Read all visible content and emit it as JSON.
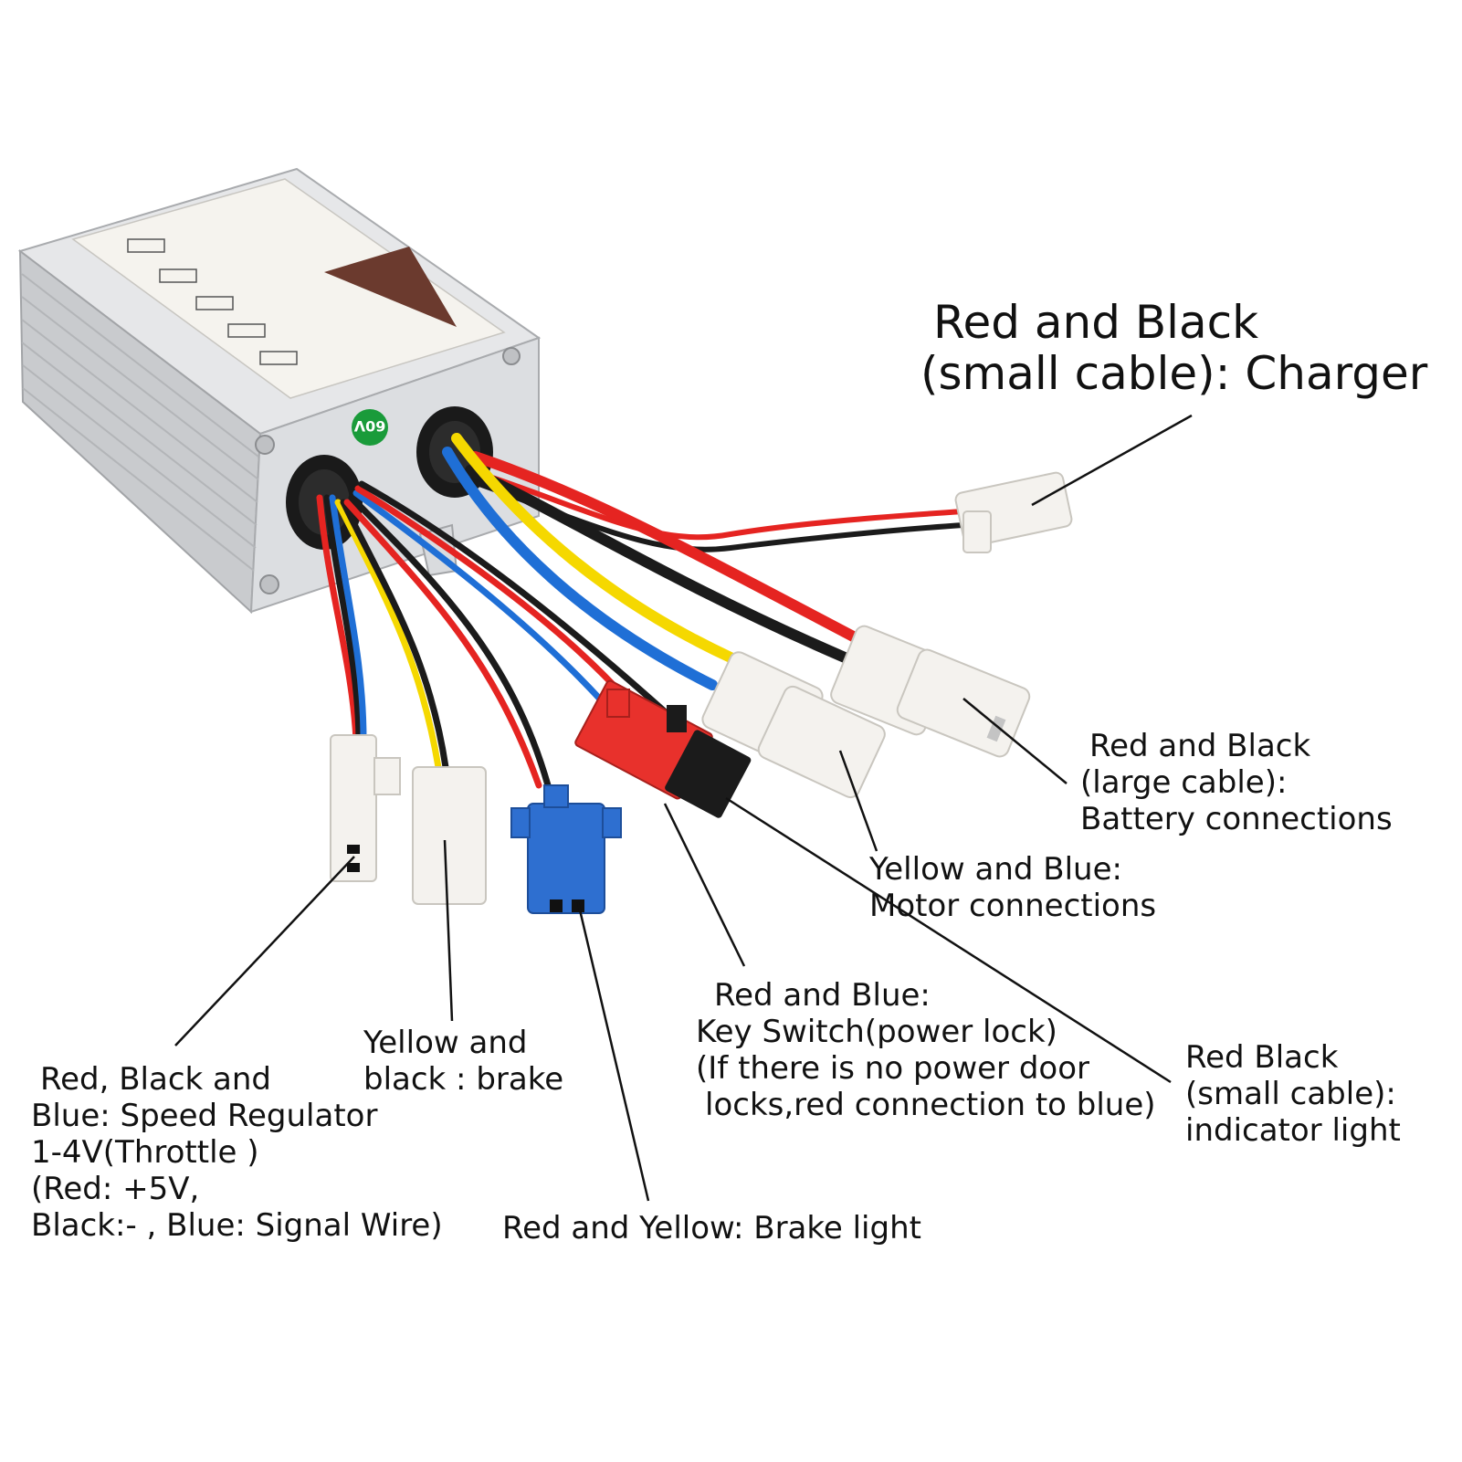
{
  "colors": {
    "red_wire": "#e52421",
    "black_wire": "#1b1b1b",
    "blue_wire": "#1f6fd6",
    "yellow_wire": "#f5d800",
    "housing": "#d5d7da",
    "connector_white": "#f4f2ee",
    "connector_red": "#e8312c",
    "connector_blue": "#2e6fd0",
    "sticker_green": "#1a9b3a"
  },
  "sticker_text": "60V",
  "labels": {
    "charger": [
      "Red and Black",
      "(small cable): Charger"
    ],
    "battery": [
      "Red and Black",
      "(large cable):",
      "Battery connections"
    ],
    "motor": [
      "Yellow and Blue:",
      "Motor connections"
    ],
    "key_switch": [
      "Red and Blue:",
      "Key Switch(power lock)",
      "(If there is no power door",
      "locks,red connection to blue)"
    ],
    "indicator": [
      "Red Black",
      "(small cable):",
      "indicator light"
    ],
    "speed": [
      "Red, Black and",
      "Blue: Speed Regulator",
      "1-4V(Throttle )",
      "(Red: +5V,",
      "Black:- , Blue: Signal Wire)"
    ],
    "brake": [
      "Yellow and",
      "black : brake"
    ],
    "brake_light": [
      "Red and Yellow: Brake light"
    ]
  }
}
